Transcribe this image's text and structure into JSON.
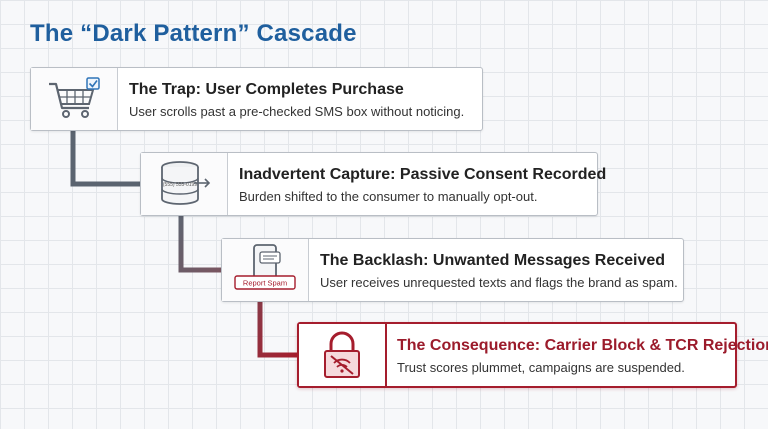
{
  "title": "The “Dark Pattern” Cascade",
  "steps": [
    {
      "heading": "The Trap: User Completes Purchase",
      "description": "User scrolls past a pre-checked SMS box without noticing.",
      "icon": "shopping-cart-icon"
    },
    {
      "heading": "Inadvertent Capture: Passive Consent Recorded",
      "description": "Burden shifted to the consumer to manually opt-out.",
      "icon": "database-icon",
      "icon_text": "(555) 555-0199"
    },
    {
      "heading": "The Backlash: Unwanted Messages Received",
      "description": "User receives unrequested texts and flags the brand as spam.",
      "icon": "phone-report-spam-icon",
      "icon_text": "Report Spam"
    },
    {
      "heading": "The Consequence: Carrier Block & TCR Rejection",
      "description": "Trust scores plummet, campaigns are suspended.",
      "icon": "locked-no-signal-icon"
    }
  ],
  "colors": {
    "title": "#1f5f9e",
    "connector_start": "#5b6470",
    "connector_end": "#a51d2d",
    "alert": "#a51d2d"
  }
}
